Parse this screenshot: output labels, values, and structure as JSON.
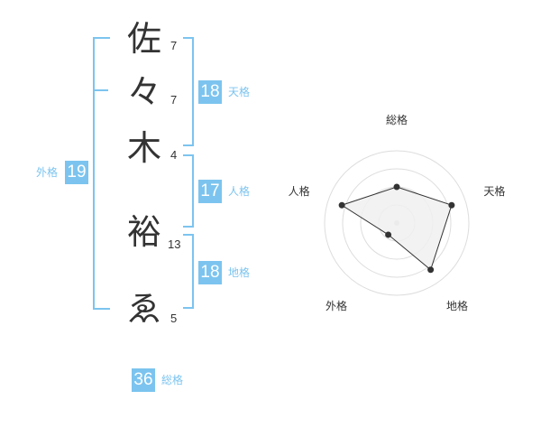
{
  "name_chars": [
    {
      "char": "佐",
      "strokes": "7"
    },
    {
      "char": "々",
      "strokes": "7"
    },
    {
      "char": "木",
      "strokes": "4"
    },
    {
      "char": "裕",
      "strokes": "13"
    },
    {
      "char": "ゑ",
      "strokes": "5"
    }
  ],
  "fortune": {
    "tenkaku": {
      "label": "天格",
      "value": "18"
    },
    "jinkaku": {
      "label": "人格",
      "value": "17"
    },
    "chikaku": {
      "label": "地格",
      "value": "18"
    },
    "gaikaku": {
      "label": "外格",
      "value": "19"
    },
    "soukaku": {
      "label": "総格",
      "value": "36"
    }
  },
  "colors": {
    "accent": "#7cc4ef",
    "polygon_fill": "#f0f0f0",
    "polygon_stroke": "#333333",
    "grid": "#dddddd"
  },
  "chart_data": {
    "type": "radar",
    "axes": [
      "総格",
      "天格",
      "地格",
      "外格",
      "人格"
    ],
    "values": [
      0.5,
      0.8,
      0.8,
      0.2,
      0.8
    ],
    "range": [
      0,
      1
    ],
    "rings": 4,
    "grid": true
  }
}
